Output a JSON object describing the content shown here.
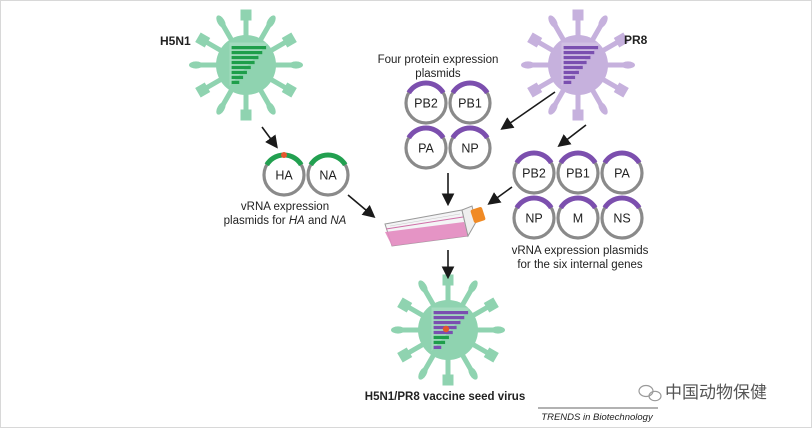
{
  "labels": {
    "h5n1": "H5N1",
    "pr8": "PR8",
    "protein_title_1": "Four protein expression",
    "protein_title_2": "plasmids",
    "vrna_ha_na_line1": "vRNA expression",
    "vrna_ha_na_line2_prefix": "plasmids for ",
    "vrna_ha_na_ha": "HA",
    "vrna_ha_na_and": " and ",
    "vrna_ha_na_na": "NA",
    "vrna_six_line1": "vRNA expression plasmids",
    "vrna_six_line2": "for the six internal genes",
    "result": "H5N1/PR8 vaccine seed virus",
    "credit": "TRENDS in Biotechnology",
    "watermark": "中国动物保健"
  },
  "plasmids": {
    "protein": [
      "PB2",
      "PB1",
      "PA",
      "NP"
    ],
    "ha_na": [
      "HA",
      "NA"
    ],
    "internal": [
      "PB2",
      "PB1",
      "PA",
      "NP",
      "M",
      "NS"
    ]
  },
  "colors": {
    "h5n1_body": "#8fd3b0",
    "h5n1_stripe": "#1e9e4a",
    "pr8_body": "#c6b1dd",
    "pr8_stripe": "#7a4fb0",
    "plasmid_ring": "#8a8a8a",
    "plasmid_arc_purple": "#7c4fae",
    "plasmid_arc_green": "#22a050",
    "ha_marker": "#e4572e",
    "flask_cap": "#f08a24",
    "flask_medium": "#e38ac0",
    "arrow": "#1a1a1a"
  }
}
